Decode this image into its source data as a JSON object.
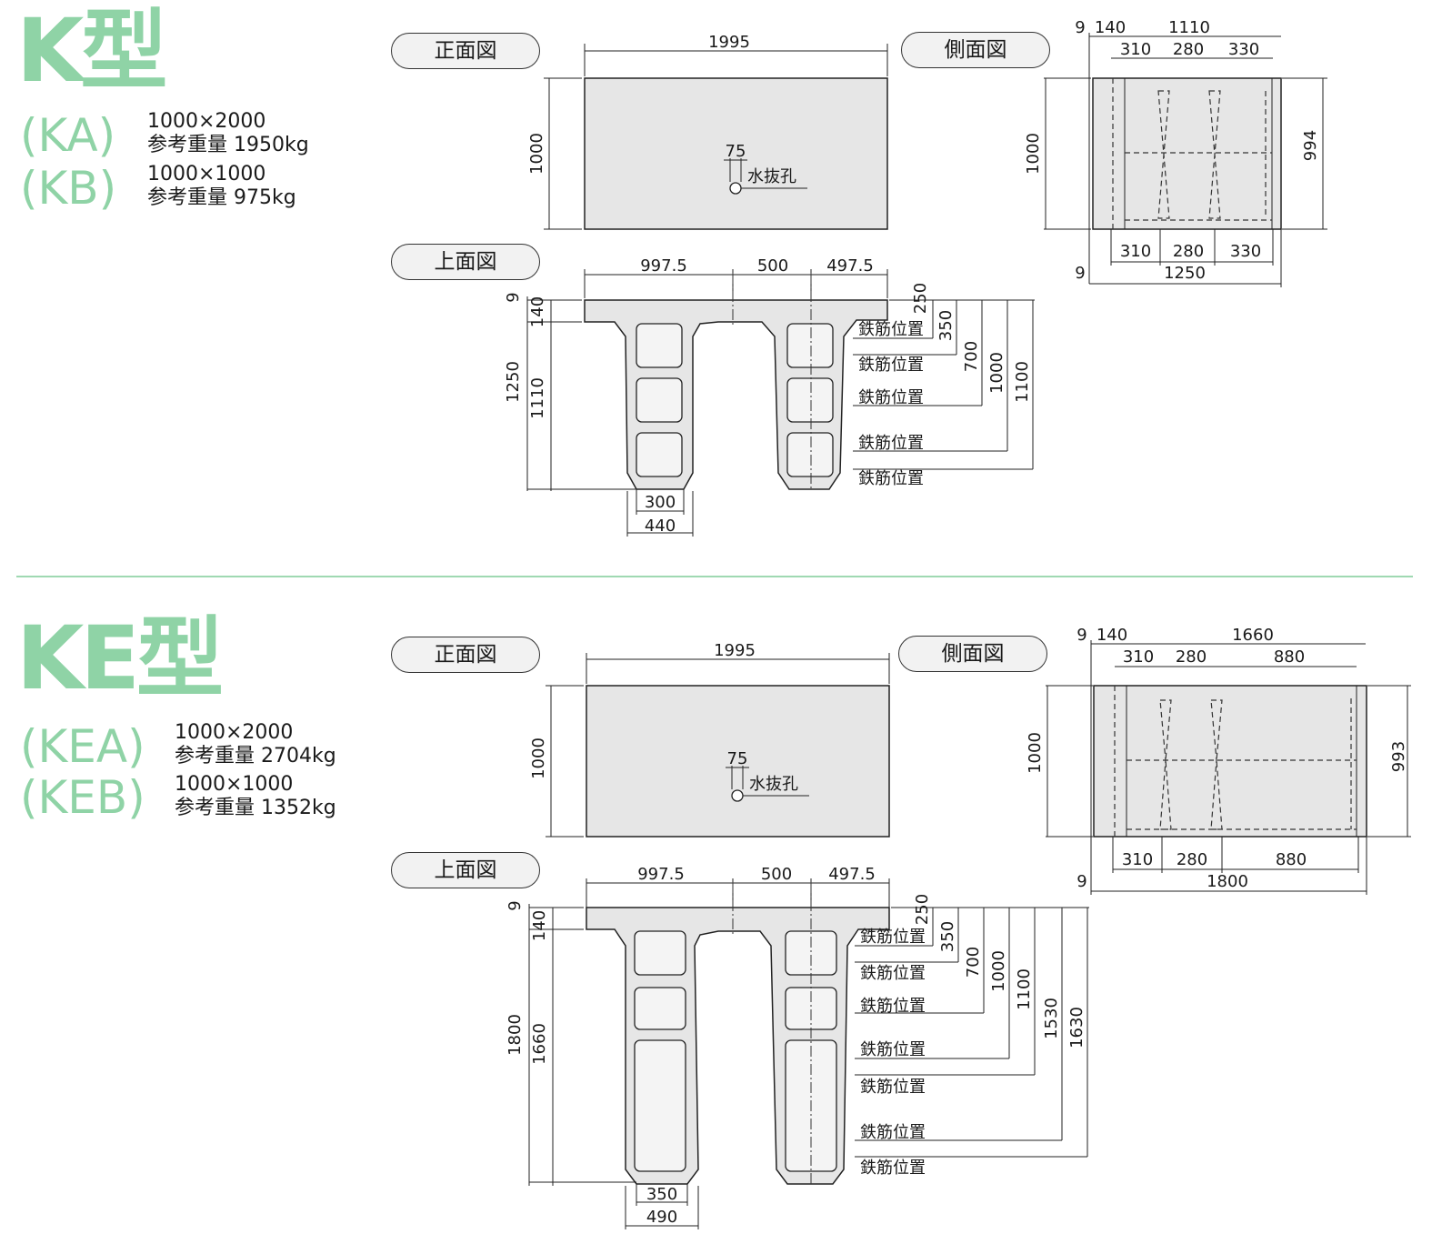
{
  "accent_color": "#8fd3a6",
  "divider_color": "#9fd9b2",
  "k": {
    "title": "K型",
    "variants": [
      {
        "code": "(KA)",
        "size": "1000×2000",
        "weight": "参考重量 1950kg"
      },
      {
        "code": "(KB)",
        "size": "1000×1000",
        "weight": "参考重量 975kg"
      }
    ],
    "labels": {
      "front": "正面図",
      "side": "側面図",
      "top": "上面図"
    },
    "front": {
      "width": "1995",
      "height": "1000",
      "hole_dia": "75",
      "hole_label": "水抜孔"
    },
    "side": {
      "top_a": "9",
      "top_b": "140",
      "top_total": "1110",
      "top_spans": [
        "310",
        "280",
        "330"
      ],
      "bottom_spans": [
        "310",
        "280",
        "330"
      ],
      "bottom_a": "9",
      "bottom_total": "1250",
      "left_h": "1000",
      "right_h": "994"
    },
    "plan": {
      "top_dims": [
        "997.5",
        "500",
        "497.5"
      ],
      "left_dims": [
        "9",
        "140",
        "1250",
        "1110"
      ],
      "bottom_dims": [
        "300",
        "440"
      ],
      "right_dims": [
        "250",
        "350",
        "700",
        "1000",
        "1100"
      ],
      "rebar_label": "鉄筋位置"
    }
  },
  "ke": {
    "title": "KE型",
    "variants": [
      {
        "code": "(KEA)",
        "size": "1000×2000",
        "weight": "参考重量 2704kg"
      },
      {
        "code": "(KEB)",
        "size": "1000×1000",
        "weight": "参考重量 1352kg"
      }
    ],
    "labels": {
      "front": "正面図",
      "side": "側面図",
      "top": "上面図"
    },
    "front": {
      "width": "1995",
      "height": "1000",
      "hole_dia": "75",
      "hole_label": "水抜孔"
    },
    "side": {
      "top_a": "9",
      "top_b": "140",
      "top_total": "1660",
      "top_spans": [
        "310",
        "280",
        "880"
      ],
      "bottom_spans": [
        "310",
        "280",
        "880"
      ],
      "bottom_a": "9",
      "bottom_total": "1800",
      "left_h": "1000",
      "right_h": "993"
    },
    "plan": {
      "top_dims": [
        "997.5",
        "500",
        "497.5"
      ],
      "left_dims": [
        "9",
        "140",
        "1800",
        "1660"
      ],
      "bottom_dims": [
        "350",
        "490"
      ],
      "right_dims": [
        "250",
        "350",
        "700",
        "1000",
        "1100",
        "1530",
        "1630"
      ],
      "rebar_label": "鉄筋位置"
    }
  }
}
